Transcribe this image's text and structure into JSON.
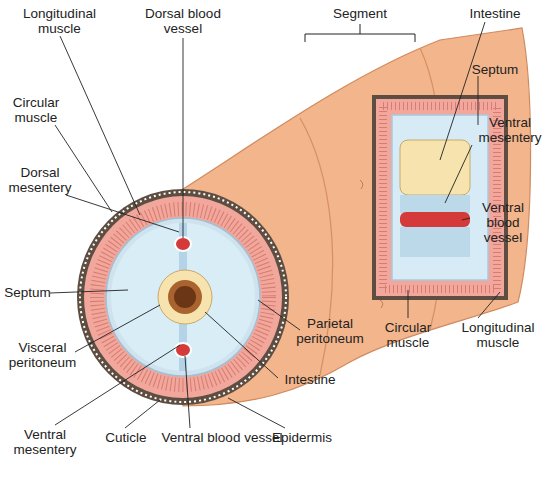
{
  "diagram": {
    "labels": [
      "Longitudinal muscle",
      "Dorsal blood vessel",
      "Segment",
      "Intestine",
      "Septum",
      "Circular muscle",
      "Ventral mesentery",
      "Dorsal mesentery",
      "Ventral blood vessel",
      "Septum",
      "Parietal peritoneum",
      "Circular muscle",
      "Longitudinal muscle",
      "Visceral peritoneum",
      "Intestine",
      "Ventral mesentery",
      "Cuticle",
      "Ventral blood vessel",
      "Epidermis"
    ]
  }
}
